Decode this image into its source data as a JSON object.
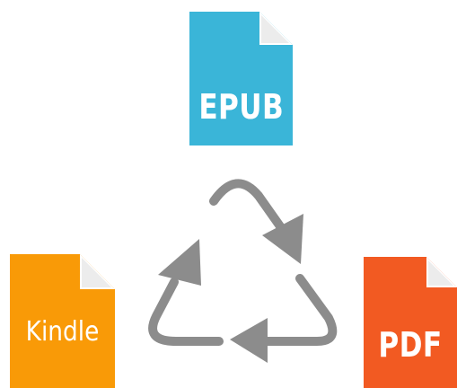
{
  "formats": {
    "epub": {
      "label": "EPUB",
      "color": "#3AB5D8"
    },
    "kindle": {
      "label": "Kindle",
      "color": "#F99A07"
    },
    "pdf": {
      "label": "PDF",
      "color": "#F25A22"
    }
  },
  "cycle": {
    "color": "#8C8C8C",
    "icon": "conversion-cycle-icon"
  }
}
